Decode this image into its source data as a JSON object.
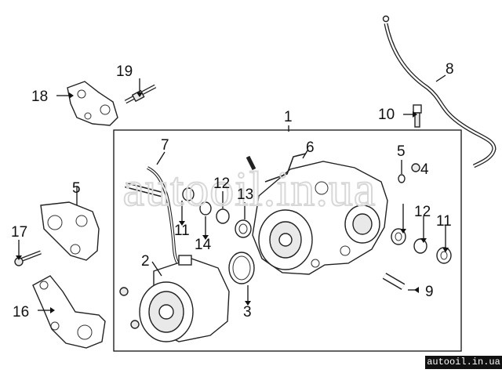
{
  "watermark": "autooil.in.ua",
  "site_tag": "autoоil.in.ua",
  "callouts": [
    {
      "id": "c1",
      "label": "1"
    },
    {
      "id": "c2",
      "label": "2"
    },
    {
      "id": "c3",
      "label": "3"
    },
    {
      "id": "c4",
      "label": "4"
    },
    {
      "id": "c5a",
      "label": "5"
    },
    {
      "id": "c5b",
      "label": "5"
    },
    {
      "id": "c6",
      "label": "6"
    },
    {
      "id": "c7",
      "label": "7"
    },
    {
      "id": "c8",
      "label": "8"
    },
    {
      "id": "c9",
      "label": "9"
    },
    {
      "id": "c10",
      "label": "10"
    },
    {
      "id": "c11a",
      "label": "11"
    },
    {
      "id": "c11b",
      "label": "11"
    },
    {
      "id": "c12a",
      "label": "12"
    },
    {
      "id": "c12b",
      "label": "12"
    },
    {
      "id": "c13",
      "label": "13"
    },
    {
      "id": "c14",
      "label": "14"
    },
    {
      "id": "c16",
      "label": "16"
    },
    {
      "id": "c17",
      "label": "17"
    },
    {
      "id": "c18",
      "label": "18"
    },
    {
      "id": "c19",
      "label": "19"
    }
  ]
}
